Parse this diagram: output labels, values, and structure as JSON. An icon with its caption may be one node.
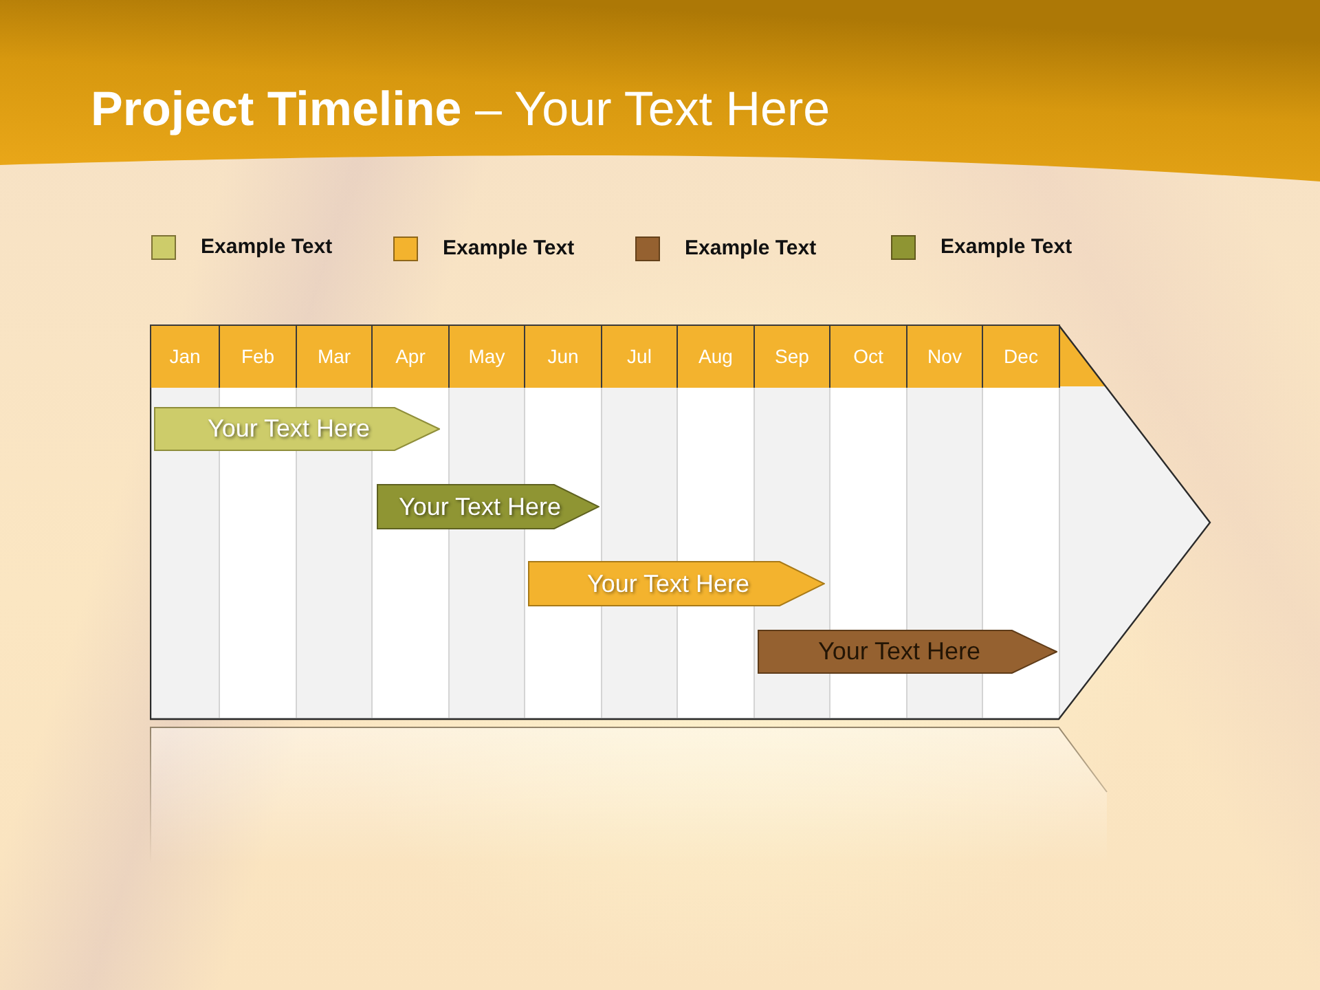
{
  "diagram": {
    "title": "**Project Timeline** – Your Text Here",
    "nodes": [
      {
        "text": [
          "Your Text Here"
        ]
      },
      {
        "text": [
          "Your Text Here"
        ]
      },
      {
        "text": [
          "Your Text Here"
        ]
      },
      {
        "text": [
          "Your Text Here"
        ]
      }
    ],
    "labels": [
      "Jan",
      "Feb",
      "Mar",
      "Apr",
      "May",
      "Jun",
      "Jul",
      "Aug",
      "Sep",
      "Oct",
      "Nov",
      "Dec"
    ],
    "legend": [
      {
        "text": "Example Text",
        "color": "#cdcc6a"
      },
      {
        "text": "Example Text",
        "color": "#f3b32e"
      },
      {
        "text": "Example Text",
        "color": "#956130"
      },
      {
        "text": "Example Text",
        "color": "#8f9533"
      }
    ]
  }
}
